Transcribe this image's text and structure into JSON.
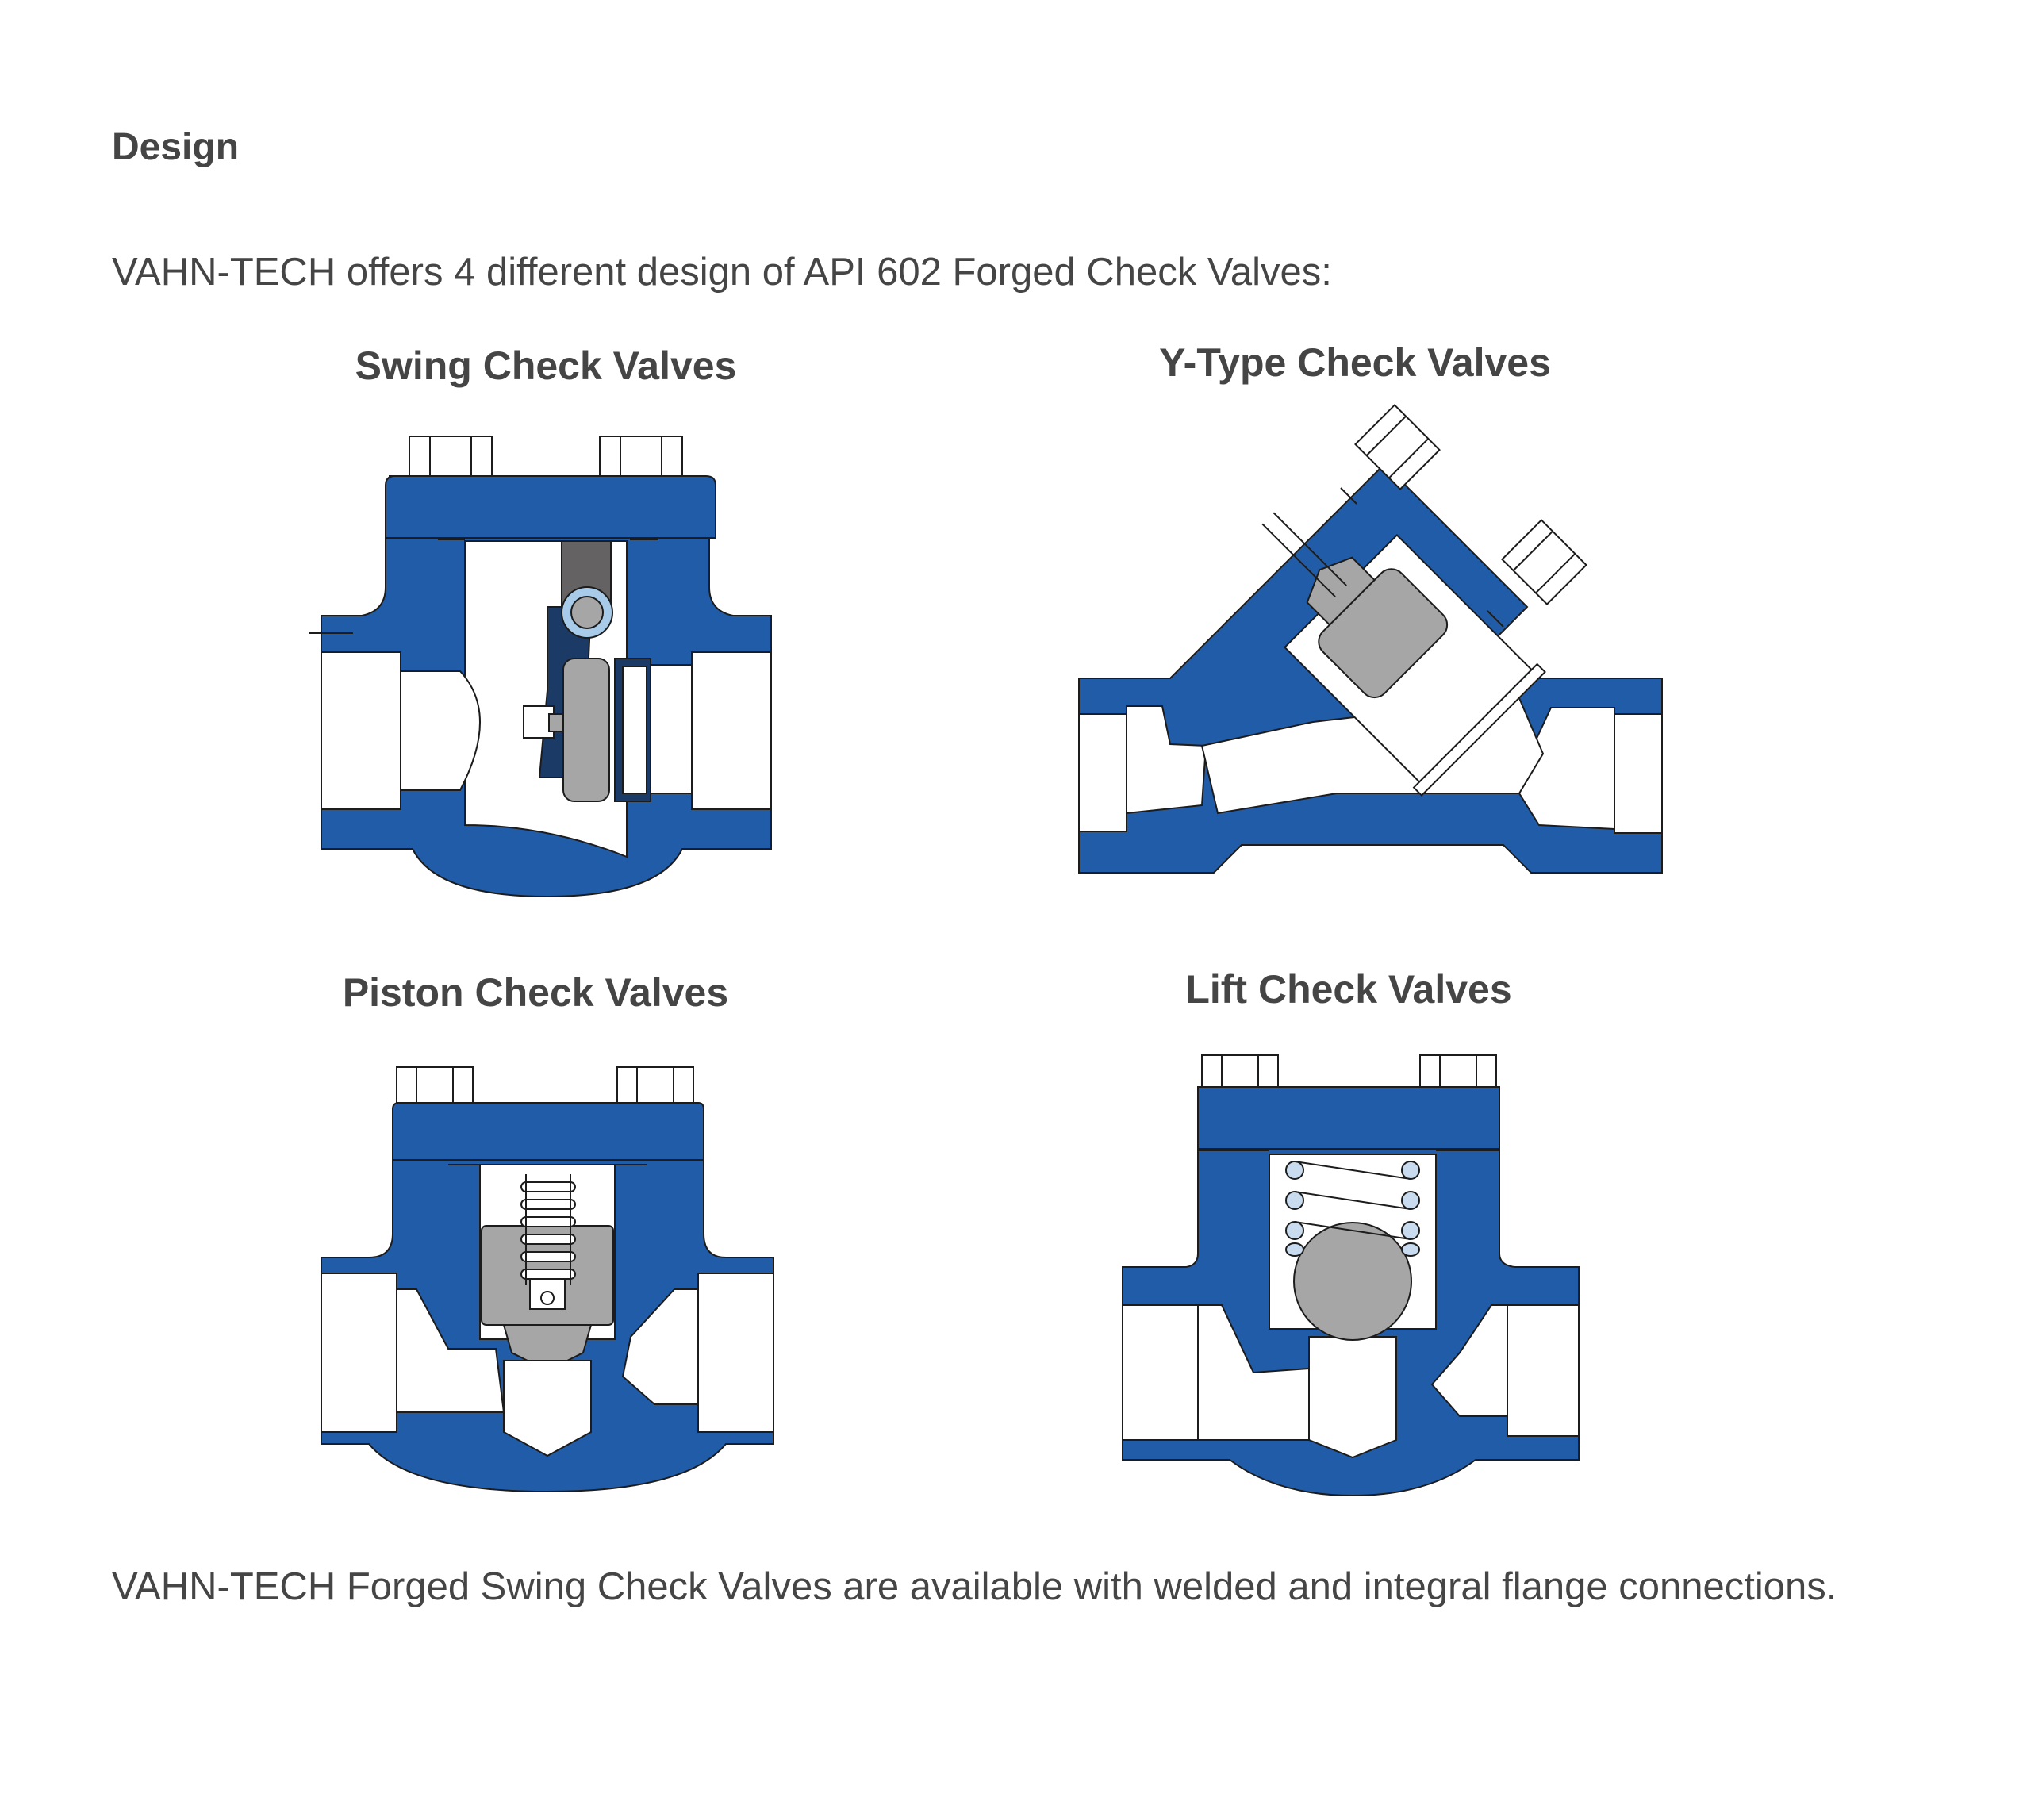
{
  "heading": "Design",
  "intro": "VAHN-TECH offers 4 different design of API 602 Forged Check Valves:",
  "valves": [
    {
      "title": "Swing Check Valves"
    },
    {
      "title": "Y-Type Check Valves"
    },
    {
      "title": "Piston Check Valves"
    },
    {
      "title": "Lift Check Valves"
    }
  ],
  "outro": "VAHN-TECH Forged Swing Check Valves are available with welded and integral flange connections.",
  "colors": {
    "body_blue": "#215ca8",
    "part_gray": "#a6a6a6",
    "dark_gray": "#656263",
    "navy": "#1c3a66",
    "light_blue": "#a7cbe9",
    "text": "#454545"
  }
}
